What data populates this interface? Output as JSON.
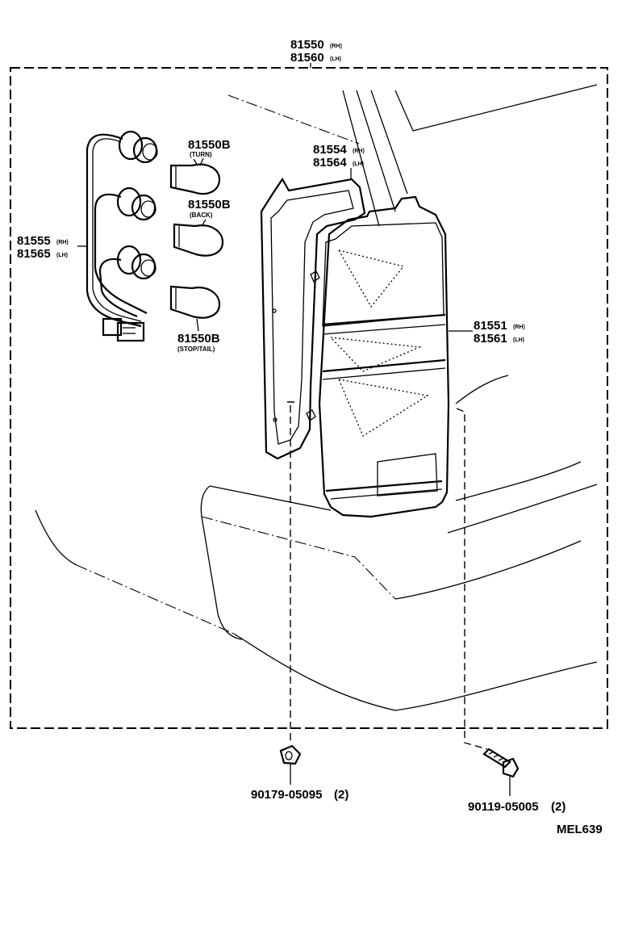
{
  "diagram_id": "MEL639",
  "assembly": {
    "part_rh": "81550",
    "suffix_rh": "(RH)",
    "part_lh": "81560",
    "suffix_lh": "(LH)"
  },
  "gasket": {
    "part_rh": "81554",
    "suffix_rh": "(RH)",
    "part_lh": "81564",
    "suffix_lh": "(LH)"
  },
  "socket_harness": {
    "part_rh": "81555",
    "suffix_rh": "(RH)",
    "part_lh": "81565",
    "suffix_lh": "(LH)"
  },
  "lens": {
    "part_rh": "81551",
    "suffix_rh": "(RH)",
    "part_lh": "81561",
    "suffix_lh": "(LH)"
  },
  "bulbs": [
    {
      "part": "81550B",
      "use": "(TURN)"
    },
    {
      "part": "81550B",
      "use": "(BACK)"
    },
    {
      "part": "81550B",
      "use": "(STOP/TAIL)"
    }
  ],
  "fasteners": [
    {
      "part": "90179-05095",
      "qty": "(2)"
    },
    {
      "part": "90119-05005",
      "qty": "(2)"
    }
  ],
  "colors": {
    "ink": "#000000",
    "paper": "#ffffff"
  }
}
